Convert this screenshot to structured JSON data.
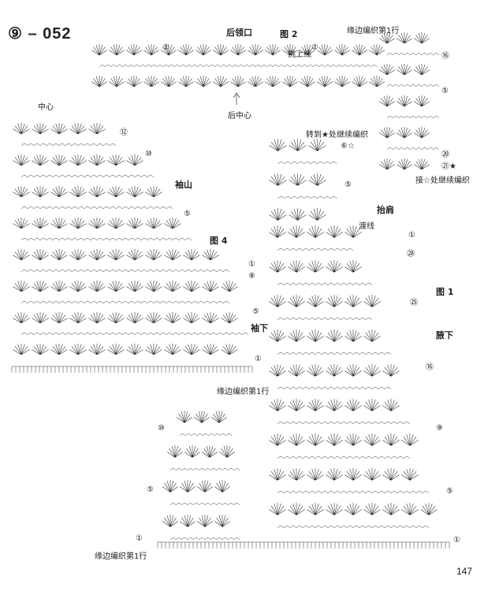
{
  "header": {
    "title": "⑨ – 052",
    "page_number": "147"
  },
  "figure2": {
    "fig_label": "图 2",
    "back_neck": "后领口",
    "back_center": "后中心",
    "edge_row1": "缘边编织第1行",
    "pickup_line": "挑上线",
    "continue_from": "接☆处继续编织",
    "rows": {
      "r2a": "②",
      "r2b": "②",
      "r16": "⑯",
      "r5": "⑤",
      "r20": "⑳",
      "r21": "㉑★"
    }
  },
  "figure4": {
    "fig_label": "图 4",
    "center": "中心",
    "sleeve_cap": "袖山",
    "underarm": "袖下",
    "edge_row1": "缘边编织第1行",
    "rows": {
      "r12": "⑫",
      "r10": "⑩",
      "r5a": "⑤",
      "r1": "①",
      "r8": "⑧",
      "r5b": "⑤",
      "r1b": "①"
    }
  },
  "figure1": {
    "fig_label": "图 1",
    "shoulder": "抬肩",
    "side": "腋下",
    "transfer": "转到★处继续编织",
    "crossing": "渡线",
    "edge_row1": "缘边编织第1行",
    "rows": {
      "r6": "⑥☆",
      "r5": "⑤",
      "r1": "①",
      "r28": "㉘",
      "r25": "㉕",
      "r16": "⑯",
      "r9": "⑨",
      "r5b": "⑤",
      "r1b": "①",
      "l10": "⑩",
      "l5": "⑤",
      "l1": "①"
    }
  }
}
